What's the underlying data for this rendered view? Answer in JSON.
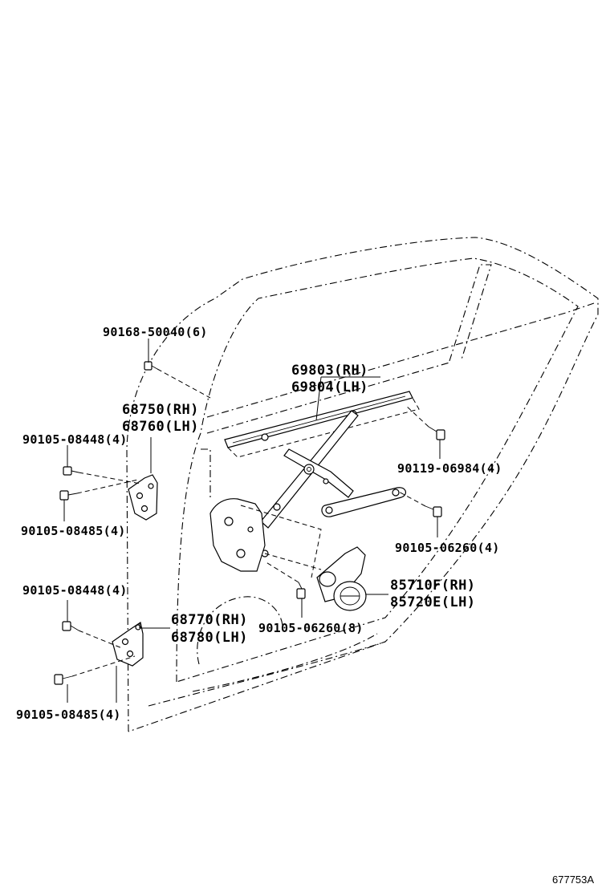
{
  "labels": {
    "bolt_top_left": "90168-50040(6)",
    "regulator_channel_rh": "69803(RH)",
    "regulator_channel_lh": "69804(LH)",
    "upper_hinge_rh": "68750(RH)",
    "upper_hinge_lh": "68760(LH)",
    "bolt_upper_hinge_a": "90105-08448(4)",
    "bolt_upper_hinge_b": "90105-08485(4)",
    "bolt_right_upper": "90119-06984(4)",
    "bolt_right_lower": "90105-06260(4)",
    "motor_rh": "85710F(RH)",
    "motor_lh": "85720E(LH)",
    "bolt_lower_hinge_a": "90105-08448(4)",
    "lower_hinge_rh": "68770(RH)",
    "lower_hinge_lh": "68780(LH)",
    "bolt_center_lower": "90105-06260(8)",
    "bolt_lower_hinge_b": "90105-08485(4)"
  },
  "image_id": "677753A"
}
